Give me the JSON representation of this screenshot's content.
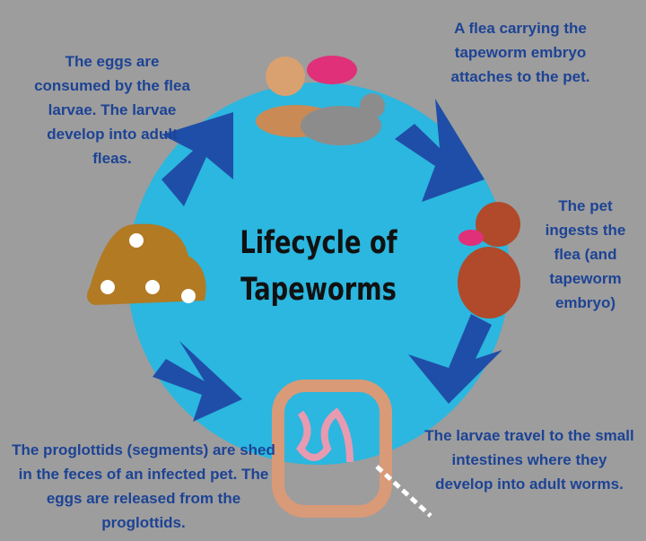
{
  "title_line1": "Lifecycle of",
  "title_line2": "Tapeworms",
  "steps": {
    "top_right": "A flea carrying the tapeworm embryo attaches to the pet.",
    "right": "The pet ingests the flea (and tapeworm embryo)",
    "bottom_right": "The larvae travel to the small intestines where they develop into adult worms.",
    "bottom_left": "The proglottids (segments) are shed in the feces of an infected pet. The eggs are released from the proglottids.",
    "top_left": "The eggs are consumed by the flea larvae. The larvae develop into adult fleas."
  },
  "colors": {
    "background": "#9d9d9d",
    "circle": "#2bb7df",
    "arrow": "#1f4ea8",
    "text": "#1d4395"
  }
}
